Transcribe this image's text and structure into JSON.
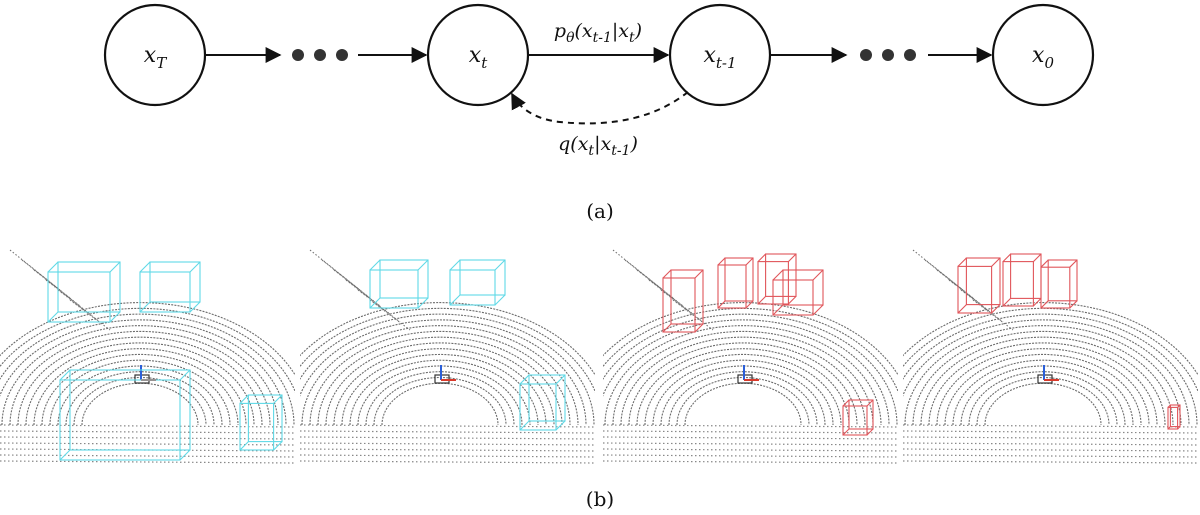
{
  "diagram": {
    "nodes": [
      {
        "id": "xT",
        "base": "x",
        "sub": "T"
      },
      {
        "id": "xt",
        "base": "x",
        "sub": "t"
      },
      {
        "id": "xt1",
        "base": "x",
        "sub": "t-1"
      },
      {
        "id": "x0",
        "base": "x",
        "sub": "0"
      }
    ],
    "edge_forward_label": {
      "prefix": "p",
      "theta": "θ",
      "mid": "(x",
      "sub1": "t-1",
      "bar": "|x",
      "sub2": "t",
      "end": ")"
    },
    "edge_backward_label": {
      "prefix": "q(x",
      "sub1": "t",
      "bar": "|x",
      "sub2": "t-1",
      "end": ")"
    },
    "caption_a": "(a)",
    "caption_b": "(b)"
  },
  "panels": [
    {
      "name": "panel-1",
      "box_color": "#5fd9e6"
    },
    {
      "name": "panel-2",
      "box_color": "#5fd9e6"
    },
    {
      "name": "panel-3",
      "box_color": "#e0555a"
    },
    {
      "name": "panel-4",
      "box_color": "#e0555a"
    }
  ],
  "colors": {
    "ink": "#111111",
    "points": "#6b6b6b",
    "cyan_box": "#5fd9e6",
    "red_box": "#e0555a"
  }
}
